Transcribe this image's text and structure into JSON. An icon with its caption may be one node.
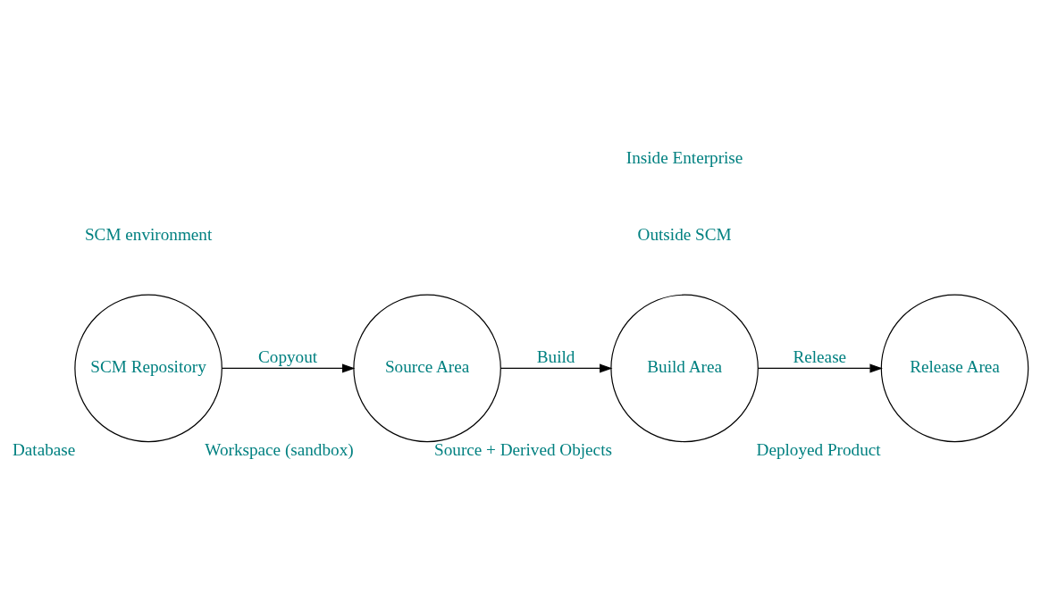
{
  "diagram": {
    "nodes": [
      {
        "text": [
          "SCM Repository"
        ],
        "beside": [
          "Database"
        ]
      },
      {
        "text": [
          "Source Area"
        ],
        "beside": [
          "Workspace (sandbox)"
        ]
      },
      {
        "text": [
          "Build Area"
        ],
        "beside": [
          "Source + Derived Objects"
        ]
      },
      {
        "text": [
          "Release Area"
        ],
        "beside": [
          "Deployed Product"
        ]
      }
    ],
    "edges": [
      {
        "from": 0,
        "to": 1,
        "arrow": "to",
        "label": "Copyout"
      },
      {
        "from": 1,
        "to": 2,
        "arrow": "to",
        "label": "Build"
      },
      {
        "from": 2,
        "to": 3,
        "arrow": "to",
        "label": "Release"
      }
    ],
    "labels": [
      "SCM environment",
      "Outside SCM",
      "Inside Enterprise"
    ]
  }
}
